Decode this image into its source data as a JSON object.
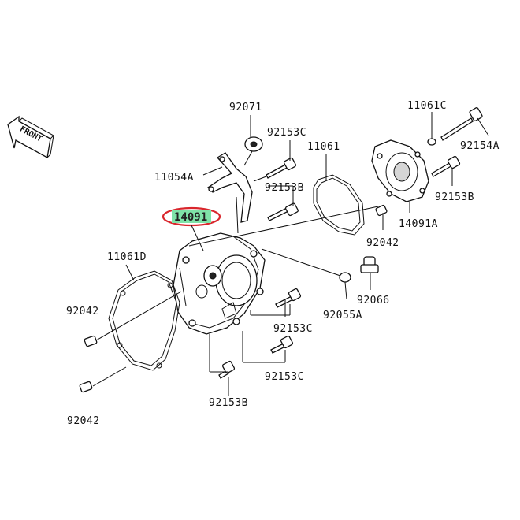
{
  "front_label": "FRONT",
  "highlight": {
    "part": "14091",
    "fill_color": "#7fe3a8",
    "ring_color": "#d9262c"
  },
  "labels": {
    "p92071": "92071",
    "p11061c": "11061C",
    "p92153c_top": "92153C",
    "p11061": "11061",
    "p92154a": "92154A",
    "p11054a": "11054A",
    "p92153b_mid": "92153B",
    "p92153b_right": "92153B",
    "p14091a": "14091A",
    "p92042_right": "92042",
    "p11061d": "11061D",
    "p92066": "92066",
    "p92042_left_top": "92042",
    "p92055a": "92055A",
    "p92153c_mid": "92153C",
    "p92153c_low": "92153C",
    "p92153b_bottom": "92153B",
    "p92042_left_bottom": "92042"
  }
}
